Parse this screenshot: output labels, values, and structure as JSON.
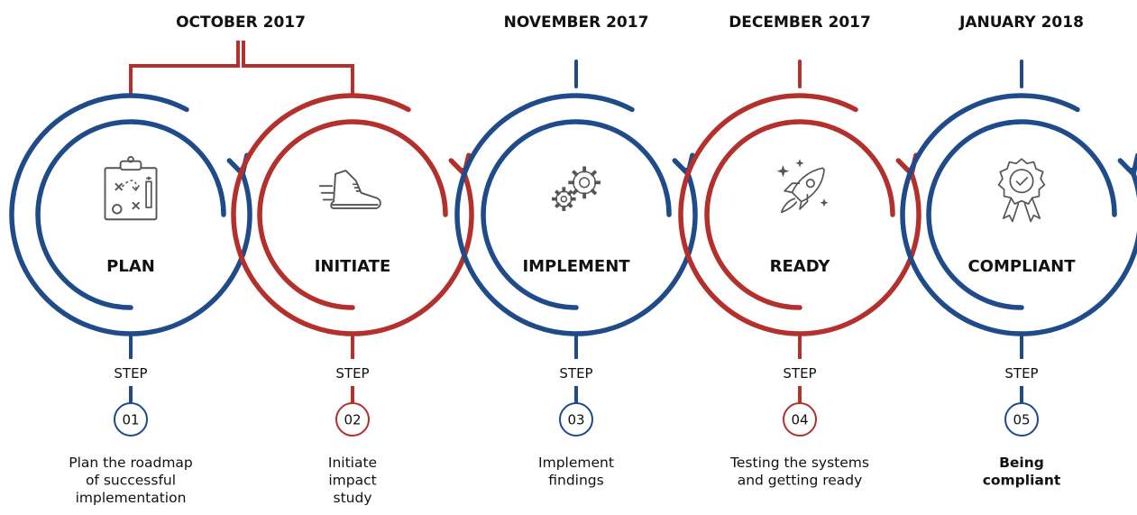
{
  "colors": {
    "blue": "#1f4b8a",
    "red": "#b4302c"
  },
  "months": [
    {
      "label": "OCTOBER 2017",
      "color": "red"
    },
    {
      "label": "NOVEMBER 2017",
      "color": "blue"
    },
    {
      "label": "DECEMBER 2017",
      "color": "red"
    },
    {
      "label": "JANUARY 2018",
      "color": "blue"
    }
  ],
  "steps": [
    {
      "title": "PLAN",
      "step_label": "STEP",
      "number": "01",
      "color": "blue",
      "icon": "strategy-board-icon",
      "description": [
        "Plan the roadmap",
        "of successful",
        "implementation"
      ],
      "bold": false
    },
    {
      "title": "INITIATE",
      "step_label": "STEP",
      "number": "02",
      "color": "red",
      "icon": "running-shoe-icon",
      "description": [
        "Initiate",
        "impact",
        "study"
      ],
      "bold": false
    },
    {
      "title": "IMPLEMENT",
      "step_label": "STEP",
      "number": "03",
      "color": "blue",
      "icon": "gears-icon",
      "description": [
        "Implement",
        "findings"
      ],
      "bold": false
    },
    {
      "title": "READY",
      "step_label": "STEP",
      "number": "04",
      "color": "red",
      "icon": "rocket-icon",
      "description": [
        "Testing the systems",
        "and getting ready"
      ],
      "bold": false
    },
    {
      "title": "COMPLIANT",
      "step_label": "STEP",
      "number": "05",
      "color": "blue",
      "icon": "award-ribbon-icon",
      "description": [
        "Being",
        "compliant"
      ],
      "bold": true
    }
  ]
}
